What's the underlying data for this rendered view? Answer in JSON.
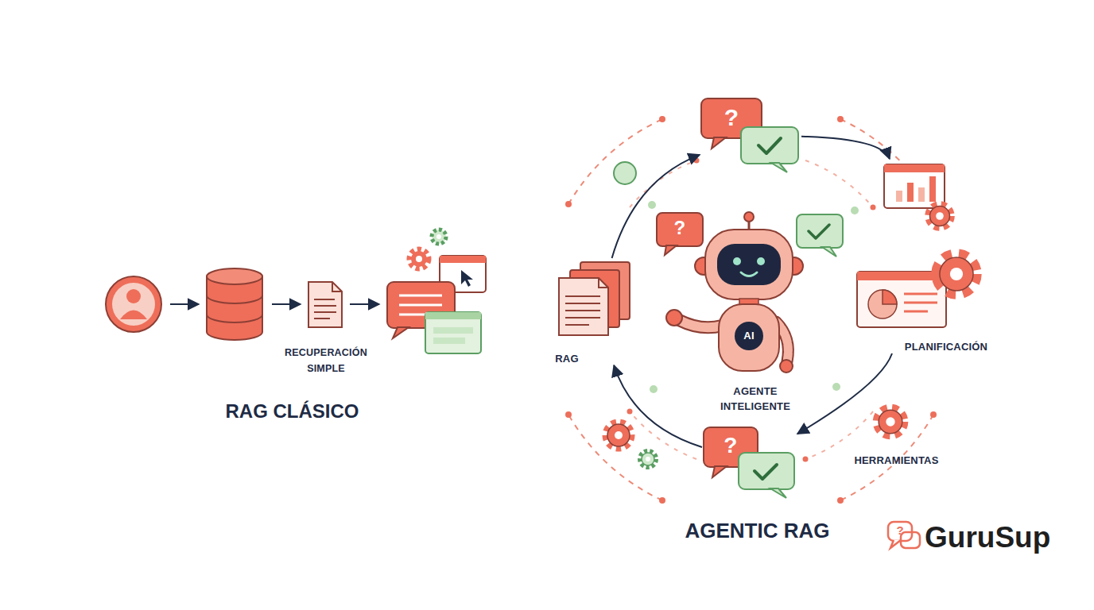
{
  "diagram": {
    "nodes": [
      {
        "text": [
          "RECUPERACIÓN SIMPLE"
        ]
      },
      {
        "text": [
          "?"
        ]
      },
      {
        "text": [
          "?"
        ]
      },
      {
        "text": [
          "AI",
          "AGENTE INTELIGENTE"
        ]
      },
      {
        "text": [
          "RAG"
        ]
      },
      {
        "text": [
          "PLANIFICACIÓN"
        ]
      },
      {
        "text": [
          "?"
        ]
      },
      {
        "text": [
          "HERRAMIENTAS"
        ]
      }
    ],
    "edges": [
      {
        "from": 1,
        "to": 5,
        "arrow": "to"
      },
      {
        "from": 5,
        "to": 6,
        "arrow": "to"
      },
      {
        "from": 6,
        "to": 4,
        "arrow": "to"
      },
      {
        "from": 4,
        "to": 1,
        "arrow": "to"
      }
    ],
    "labels": [
      "RAG CLÁSICO",
      "AGENTIC RAG",
      "?",
      "GuruSup"
    ]
  }
}
